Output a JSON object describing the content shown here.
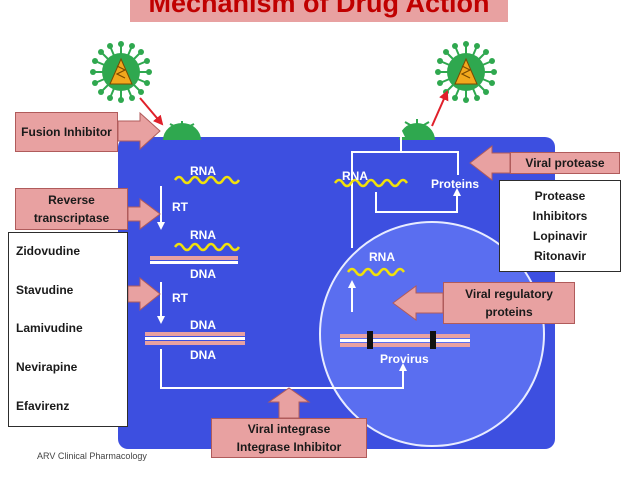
{
  "title": "Mechanism of Drug Action",
  "footer": "ARV Clinical Pharmacology",
  "fusion_inhibitor": "Fusion Inhibitor",
  "reverse_transcriptase": "Reverse transcriptase",
  "nrti_drugs": [
    "Zidovudine",
    "Stavudine",
    "Lamivudine",
    "Nevirapine",
    "Efavirenz"
  ],
  "viral_protease": "Viral protease",
  "protease_inhibitors": [
    "Protease",
    "Inhibitors",
    "Lopinavir",
    "Ritonavir"
  ],
  "viral_regulatory_proteins": "Viral regulatory proteins",
  "integrase_box": [
    "Viral integrase",
    "Integrase Inhibitor"
  ],
  "labels": {
    "rna_1": "RNA",
    "rt_1": "RT",
    "rna_2": "RNA",
    "dna_1": "DNA",
    "rt_2": "RT",
    "dna_2": "DNA",
    "dna_3": "DNA",
    "rna_3": "RNA",
    "proteins": "Proteins",
    "rna_nucleus": "RNA",
    "provirus": "Provirus"
  },
  "colors": {
    "cell": "#3d4fe0",
    "nucleus": "#5a6ef0",
    "accent_pink": "#e8a1a1",
    "arrow_red": "#e0202a",
    "virus_green": "#2fa84f",
    "rna_wave": "#f1e10a"
  }
}
